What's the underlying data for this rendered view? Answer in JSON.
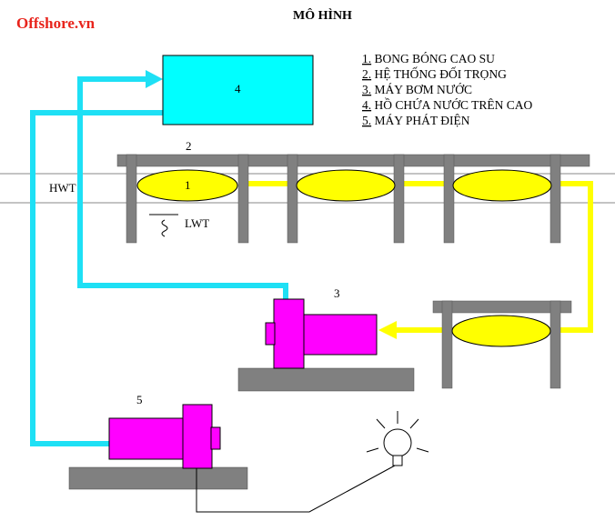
{
  "brand": "Offshore.vn",
  "title": "MÔ HÌNH",
  "legend": [
    {
      "num": "1.",
      "text": "BONG BÓNG CAO SU"
    },
    {
      "num": "2.",
      "text": "HỆ THỐNG ĐỐI TRỌNG"
    },
    {
      "num": "3.",
      "text": "MÁY BƠM NƯỚC"
    },
    {
      "num": "4.",
      "text": "HỒ CHỨA NƯỚC TRÊN CAO"
    },
    {
      "num": "5.",
      "text": "MÁY PHÁT ĐIỆN"
    }
  ],
  "labels": {
    "tank": "4",
    "beam": "2",
    "balloon": "1",
    "pump": "3",
    "generator": "5",
    "hwt": "HWT",
    "lwt": "LWT"
  },
  "colors": {
    "cyan_pipe": "#1ee0f5",
    "yellow_pipe": "#ffff00",
    "tank": "#00ffff",
    "balloon": "#ffff00",
    "machine": "#ff00ff",
    "structure": "#808080",
    "brand": "#e8241c"
  },
  "icons": {
    "bulb": "light-bulb-icon",
    "water_level": "water-level-symbol"
  }
}
